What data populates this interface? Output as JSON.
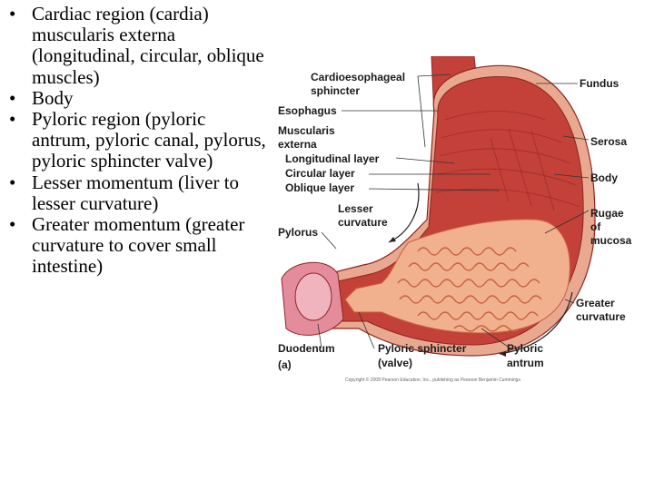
{
  "bullets": [
    "Cardiac region (cardia) muscularis externa (longitudinal, circular, oblique muscles)",
    "Body",
    "Pyloric region (pyloric antrum, pyloric canal, pylorus, pyloric sphincter valve)",
    "Lesser momentum (liver to lesser curvature)",
    "Greater momentum (greater curvature to cover small intestine)"
  ],
  "bullet_glyph": "•",
  "figure": {
    "labels": {
      "cardioesophageal_1": "Cardioesophageal",
      "cardioesophageal_2": "sphincter",
      "fundus": "Fundus",
      "esophagus": "Esophagus",
      "muscularis_1": "Muscularis",
      "muscularis_2": "externa",
      "longitudinal": "Longitudinal layer",
      "circular": "Circular layer",
      "oblique": "Oblique layer",
      "serosa": "Serosa",
      "body": "Body",
      "lesser_1": "Lesser",
      "lesser_2": "curvature",
      "rugae_1": "Rugae",
      "rugae_2": "of",
      "rugae_3": "mucosa",
      "pylorus": "Pylorus",
      "greater_1": "Greater",
      "greater_2": "curvature",
      "duodenum": "Duodenum",
      "part": "(a)",
      "pyloric_sphincter_1": "Pyloric sphincter",
      "pyloric_sphincter_2": "(valve)",
      "pyloric_antrum_1": "Pyloric",
      "pyloric_antrum_2": "antrum",
      "copyright": "Copyright © 2008 Pearson Education, Inc., publishing as Pearson Benjamin Cummings"
    },
    "colors": {
      "muscle": "#c4413a",
      "muscle_dark": "#8e2420",
      "mucosa": "#f1b08e",
      "rugae_line": "#c8603f",
      "serosa": "#e8a990",
      "duodenum": "#e48c9c"
    }
  }
}
